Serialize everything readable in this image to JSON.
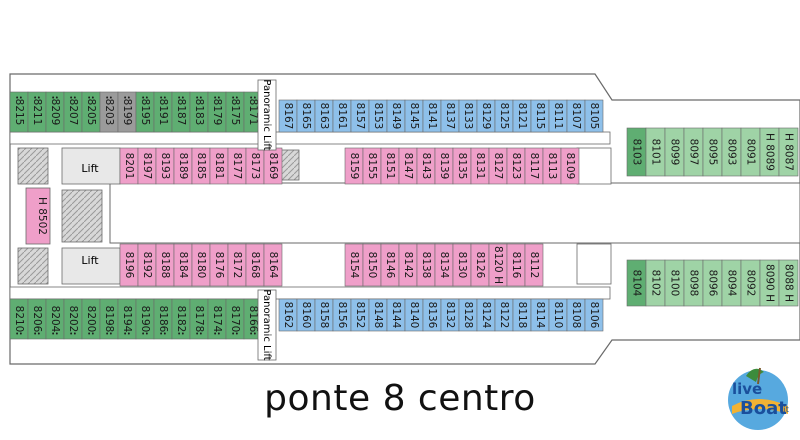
{
  "title": "ponte 8 centro",
  "colors": {
    "green": "#5fae72",
    "green_light": "#9fd3a6",
    "pink": "#ef9fc9",
    "blue": "#8ec0ea",
    "gray": "#9b9b9b",
    "corridor": "#ffffff",
    "outline": "#6a6a6a"
  },
  "labels": {
    "lift_left_top": "Lift",
    "lift_left_bottom": "Lift",
    "panoramic_top": "Panoramic Lift",
    "panoramic_bottom": "Panoramic Lift",
    "h_suite": "H 8502"
  },
  "logo": {
    "line1": "live",
    "line2": "Boat",
    "suffix": ".it"
  },
  "deck": {
    "top_outer_green": [
      "8215",
      "8211",
      "8209",
      "8207",
      "8205",
      "8203",
      "8199",
      "8195",
      "8191",
      "8187",
      "8183",
      "8179",
      "8175",
      "8171"
    ],
    "top_outer_blue": [
      "8167",
      "8165",
      "8163",
      "8161",
      "8157",
      "8153",
      "8149",
      "8145",
      "8141",
      "8137",
      "8133",
      "8129",
      "8125",
      "8121",
      "8115",
      "8111",
      "8107",
      "8105"
    ],
    "top_inner_pink": [
      "8201",
      "8197",
      "8193",
      "8189",
      "8185",
      "8181",
      "8177",
      "8173",
      "8169"
    ],
    "top_inner_pink_mid": [
      "8159",
      "8155",
      "8151",
      "8147",
      "8143",
      "8139",
      "8135",
      "8131",
      "8127",
      "8123",
      "8117",
      "8113",
      "8109"
    ],
    "forward_top_row": [
      "8103",
      "8101",
      "8099",
      "8097",
      "8095",
      "8093",
      "8091",
      "8089",
      "8087"
    ],
    "bottom_inner_pink": [
      "8196",
      "8192",
      "8188",
      "8184",
      "8180",
      "8176",
      "8172",
      "8168",
      "8164"
    ],
    "bottom_inner_pink_mid": [
      "8154",
      "8150",
      "8146",
      "8142",
      "8138",
      "8134",
      "8130",
      "8126",
      "8120",
      "8116",
      "8112"
    ],
    "bottom_outer_green": [
      "8210",
      "8206",
      "8204",
      "8202",
      "8200",
      "8198",
      "8194",
      "8190",
      "8186",
      "8182",
      "8178",
      "8174",
      "8170",
      "8166"
    ],
    "bottom_outer_blue": [
      "8162",
      "8160",
      "8158",
      "8156",
      "8152",
      "8148",
      "8144",
      "8140",
      "8136",
      "8132",
      "8128",
      "8124",
      "8122",
      "8118",
      "8114",
      "8110",
      "8108",
      "8106"
    ],
    "forward_bottom_row": [
      "8104",
      "8102",
      "8100",
      "8098",
      "8096",
      "8094",
      "8092",
      "8090",
      "8088"
    ],
    "suffix_marks": {
      "8089": "H 8089",
      "8087": "H 8087",
      "8120": "8120 H",
      "8090": "8090 H",
      "8088": "8088 H"
    }
  }
}
